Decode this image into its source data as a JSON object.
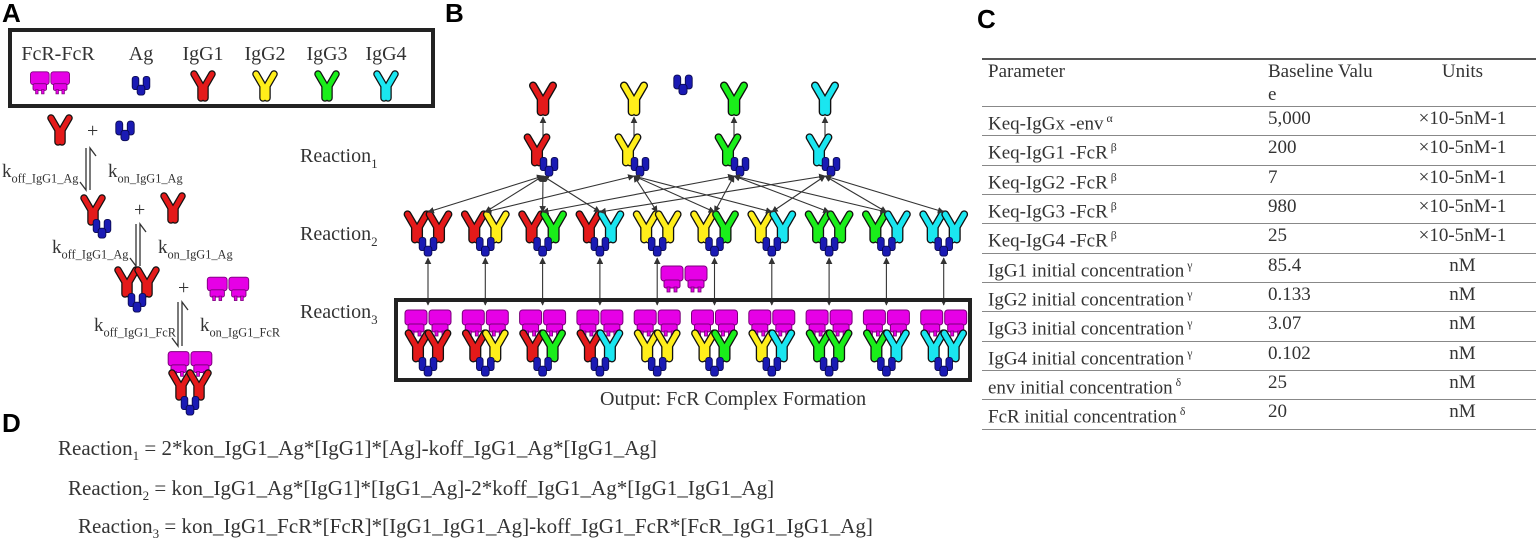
{
  "panels": {
    "a": "A",
    "b": "B",
    "c": "C",
    "d": "D"
  },
  "legend": {
    "items": [
      {
        "label": "FcR-FcR",
        "kind": "fcr"
      },
      {
        "label": "Ag",
        "kind": "ag"
      },
      {
        "label": "IgG1",
        "kind": "igg1"
      },
      {
        "label": "IgG2",
        "kind": "igg2"
      },
      {
        "label": "IgG3",
        "kind": "igg3"
      },
      {
        "label": "IgG4",
        "kind": "igg4"
      }
    ]
  },
  "colors": {
    "igg1": "#e41a1a",
    "igg2": "#ffee1a",
    "igg3": "#1aee1a",
    "igg4": "#1ae6f0",
    "ag": "#1a1ab4",
    "fcr": "#e600e6"
  },
  "panel_a": {
    "rows": [
      {
        "left": "igg1",
        "op": "+",
        "right": "ag",
        "k_off": "koff_IgG1_Ag",
        "k_on": "kon_IgG1_Ag"
      },
      {
        "left": "igg1_ag",
        "op": "+",
        "right": "igg1",
        "k_off": "koff_IgG1_Ag",
        "k_on": "kon_IgG1_Ag"
      },
      {
        "left": "igg1_igg1_ag",
        "op": "+",
        "right": "fcr",
        "k_off": "koff_IgG1_FcR",
        "k_on": "kon_IgG1_FcR"
      }
    ],
    "k_off_main": "k",
    "k_on_main": "k",
    "k_off_subs": [
      "off_IgG1_Ag",
      "off_IgG1_Ag",
      "off_IgG1_FcR"
    ],
    "k_on_subs": [
      "on_IgG1_Ag",
      "on_IgG1_Ag",
      "on_IgG1_FcR"
    ]
  },
  "panel_b": {
    "reactions": [
      {
        "main": "Reaction",
        "sub": "1"
      },
      {
        "main": "Reaction",
        "sub": "2"
      },
      {
        "main": "Reaction",
        "sub": "3"
      }
    ],
    "monomers": [
      "igg1",
      "igg2",
      "igg3",
      "igg4"
    ],
    "pairs": [
      [
        "igg1",
        "igg1"
      ],
      [
        "igg1",
        "igg2"
      ],
      [
        "igg1",
        "igg3"
      ],
      [
        "igg1",
        "igg4"
      ],
      [
        "igg2",
        "igg2"
      ],
      [
        "igg2",
        "igg3"
      ],
      [
        "igg2",
        "igg4"
      ],
      [
        "igg3",
        "igg3"
      ],
      [
        "igg3",
        "igg4"
      ],
      [
        "igg4",
        "igg4"
      ]
    ],
    "output": "Output: FcR Complex Formation"
  },
  "table": {
    "headers": [
      "Parameter",
      "Baseline Valu e",
      "Units"
    ],
    "rows": [
      {
        "param": "Keq-IgGx -env",
        "sup": "α",
        "value": "5,000",
        "unit": "×10-5nM-1"
      },
      {
        "param": "Keq-IgG1 -FcR",
        "sup": "β",
        "value": "200",
        "unit": "×10-5nM-1"
      },
      {
        "param": "Keq-IgG2 -FcR",
        "sup": "β",
        "value": "7",
        "unit": "×10-5nM-1"
      },
      {
        "param": "Keq-IgG3 -FcR",
        "sup": "β",
        "value": "980",
        "unit": "×10-5nM-1"
      },
      {
        "param": "Keq-IgG4 -FcR",
        "sup": "β",
        "value": "25",
        "unit": "×10-5nM-1"
      },
      {
        "param": "IgG1 initial concentration",
        "sup": "γ",
        "value": "85.4",
        "unit": "nM"
      },
      {
        "param": "IgG2 initial concentration",
        "sup": "γ",
        "value": "0.133",
        "unit": "nM"
      },
      {
        "param": "IgG3 initial concentration",
        "sup": "γ",
        "value": "3.07",
        "unit": "nM"
      },
      {
        "param": "IgG4 initial concentration",
        "sup": "γ",
        "value": "0.102",
        "unit": "nM"
      },
      {
        "param": "env initial concentration",
        "sup": "δ",
        "value": "25",
        "unit": "nM"
      },
      {
        "param": "FcR initial concentration",
        "sup": "δ",
        "value": "20",
        "unit": "nM"
      }
    ]
  },
  "equations": [
    {
      "lhs_main": "Reaction",
      "lhs_sub": "1",
      "rhs": "= 2*kon_IgG1_Ag*[IgG1]*[Ag]-koff_IgG1_Ag*[IgG1_Ag]"
    },
    {
      "lhs_main": "Reaction",
      "lhs_sub": "2",
      "rhs": "= kon_IgG1_Ag*[IgG1]*[IgG1_Ag]-2*koff_IgG1_Ag*[IgG1_IgG1_Ag]"
    },
    {
      "lhs_main": "Reaction",
      "lhs_sub": "3",
      "rhs": "= kon_IgG1_FcR*[FcR]*[IgG1_IgG1_Ag]-koff_IgG1_FcR*[FcR_IgG1_IgG1_Ag]"
    }
  ]
}
